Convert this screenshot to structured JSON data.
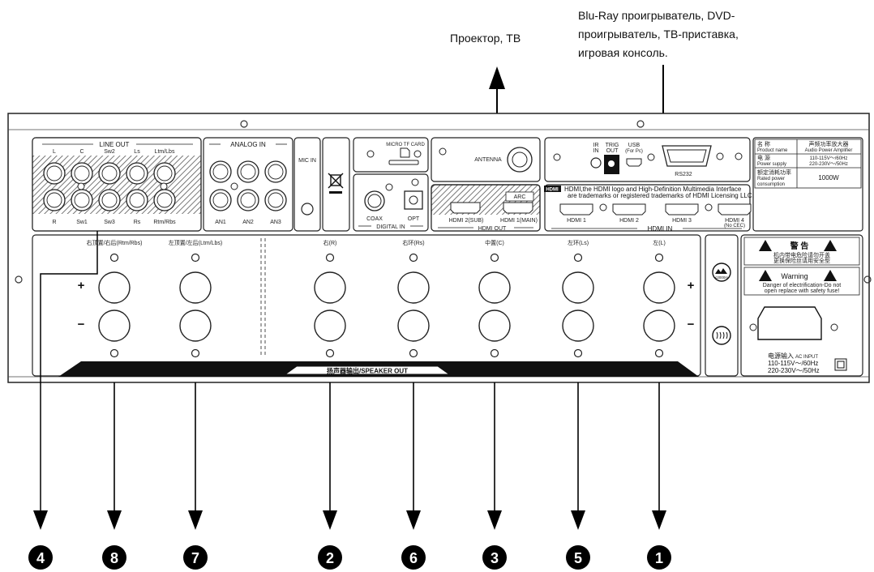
{
  "captions": {
    "projector_tv": "Проектор, ТВ",
    "sources_line1": "Blu-Ray проигрыватель, DVD-",
    "sources_line2": "проигрыватель, ТВ-приставка,",
    "sources_line3": "игровая консоль."
  },
  "line_out": {
    "title": "LINE OUT",
    "top_labels": [
      "L",
      "C",
      "Sw2",
      "Ls",
      "Ltm/Lbs"
    ],
    "bottom_labels": [
      "R",
      "Sw1",
      "Sw3",
      "Rs",
      "Rtm/Rbs"
    ]
  },
  "analog_in": {
    "title": "ANALOG IN",
    "labels": [
      "AN1",
      "AN2",
      "AN3"
    ]
  },
  "mic_in": "MIC IN",
  "micro_tf": "MICRO TF CARD",
  "digital_in": {
    "title": "DIGITAL IN",
    "coax": "COAX",
    "opt": "OPT"
  },
  "antenna": "ANTENNA",
  "hdmi_out": {
    "title": "HDMI OUT",
    "arc": "ARC",
    "sub": "HDMI 2(SUB)",
    "main": "HDMI 1(MAIN)"
  },
  "control": {
    "ir": "IR IN",
    "trig": "TRIG OUT",
    "usb": "USB",
    "usb_note": "(For Pc)",
    "rs232": "RS232"
  },
  "hdmi_in": {
    "title": "HDMI IN",
    "logo": "HDMI",
    "notice1": "HDMI,the HDMI logo and High-Definition Multimedia Interface",
    "notice2": "are trademarks or registered trademarks of HDMI Licensing LLC.",
    "ports": [
      "HDMI 1",
      "HDMI 2",
      "HDMI 3",
      "HDMI 4"
    ],
    "port4_note": "(No CEC)"
  },
  "spec_table": {
    "rows": [
      {
        "cn": "名 称",
        "en": "Product name",
        "cn_val": "声频功率放大器",
        "en_val": "Audio Power Amplifier"
      },
      {
        "cn": "电 源",
        "en": "Power supply",
        "cn_val": "110-115V～/60Hz",
        "en_val": "220-230V～/50Hz"
      },
      {
        "cn": "额定消耗功率",
        "en": "Rated power consumption",
        "cn_val": "1000W",
        "en_val": ""
      }
    ]
  },
  "speakers": {
    "channels": [
      "右顶置/右后(Rtm/Rbs)",
      "左顶置/左后(Ltm/Lbs)",
      "右(R)",
      "右环(Rs)",
      "中置(C)",
      "左环(Ls)",
      "左(L)"
    ],
    "plus": "+",
    "minus": "−",
    "banner": "扬声器输出/SPEAKER OUT"
  },
  "warning": {
    "cn_title": "警 告",
    "cn_text1": "机内带电危险请勿开盖",
    "cn_text2": "更换保险丝请用安全型",
    "en_title": "Warning",
    "en_text1": "Danger of electrification-Do not",
    "en_text2": "open replace with safety fuse!"
  },
  "ac_input": {
    "cn": "电源输入",
    "en": "AC INPUT",
    "v1": "110-115V～/60Hz",
    "v2": "220-230V～/50Hz"
  },
  "altitude_badge": "≤2000m",
  "markers": [
    "4",
    "8",
    "7",
    "2",
    "6",
    "3",
    "5",
    "1"
  ]
}
